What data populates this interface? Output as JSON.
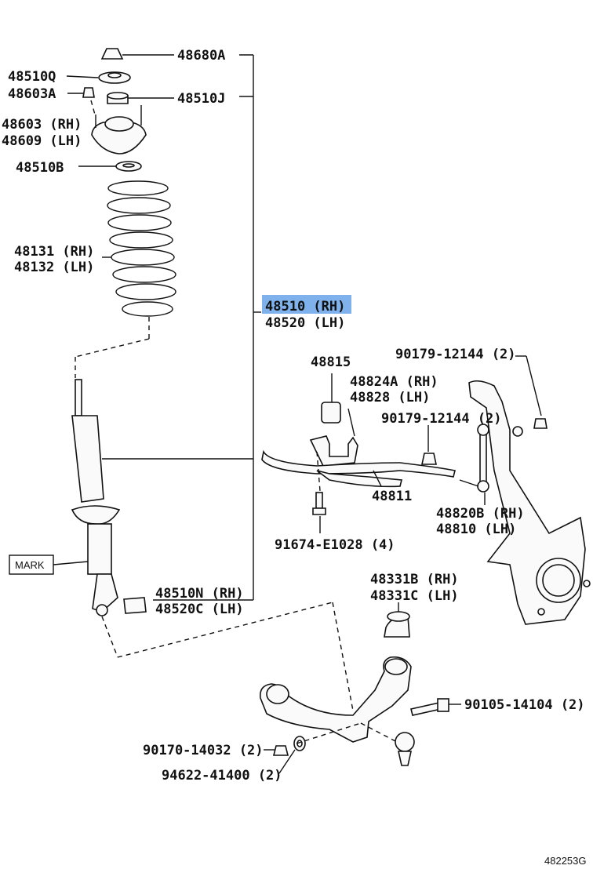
{
  "labels": {
    "p48680A": "48680A",
    "p48510Q": "48510Q",
    "p48603A": "48603A",
    "p48510J": "48510J",
    "p48603": "48603 (RH)",
    "p48609": "48609 (LH)",
    "p48510B": "48510B",
    "p48131": "48131 (RH)",
    "p48132": "48132 (LH)",
    "p48510": "48510 (RH)",
    "p48520": "48520 (LH)",
    "p48815": "48815",
    "p90179a": "90179-12144 (2)",
    "p48824A": "48824A (RH)",
    "p48828": "48828 (LH)",
    "p90179b": "90179-12144 (2)",
    "p48811": "48811",
    "p48820B": "48820B (RH)",
    "p48810": "48810 (LH)",
    "p91674": "91674-E1028 (4)",
    "mark": "MARK",
    "p48510N": "48510N (RH)",
    "p48520C": "48520C (LH)",
    "p48331B": "48331B (RH)",
    "p48331C": "48331C (LH)",
    "p90105": "90105-14104 (2)",
    "p90170": "90170-14032 (2)",
    "p94622": "94622-41400 (2)",
    "figure_code": "482253G"
  },
  "highlight_color": "#7fb2ec"
}
